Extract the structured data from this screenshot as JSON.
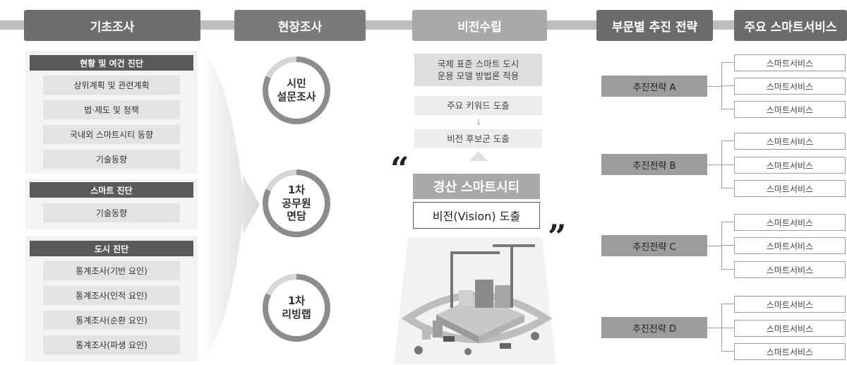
{
  "headers": {
    "basic": "기초조사",
    "field": "현장조사",
    "vision": "비전수립",
    "strategy": "부문별 추진 전략",
    "services": "주요 스마트서비스"
  },
  "basic_survey": {
    "groups": [
      {
        "title": "현황 및 여건 진단",
        "items": [
          "상위계획 및 관련계획",
          "법·제도 및 정책",
          "국내외 스마트시티 동향",
          "기술동향"
        ]
      },
      {
        "title": "스마트 진단",
        "items": [
          "기술동향"
        ]
      },
      {
        "title": "도시 진단",
        "items": [
          "통계조사(기반 요인)",
          "통계조사(인적 요인)",
          "통계조사(순환 요인)",
          "통계조사(파생 요인)"
        ]
      }
    ]
  },
  "field_survey": {
    "circles": [
      {
        "line1": "시민",
        "line2": "설문조사"
      },
      {
        "line1": "1차",
        "line2": "공무원",
        "line3": "면담"
      },
      {
        "line1": "1차",
        "line2": "리빙랩"
      }
    ]
  },
  "vision": {
    "method_line1": "국제 표준 스마트 도시",
    "method_line2": "운용 모델 방법론 적용",
    "keywords": "주요 키워드 도출",
    "candidates": "비전 후보군 도출",
    "open_quote": "“",
    "close_quote": "”",
    "title": "경산 스마트시티",
    "subtitle": "비전(Vision) 도출"
  },
  "strategies": [
    {
      "label": "추진전략 A",
      "services": [
        "스마트서비스",
        "스마트서비스",
        "스마트서비스"
      ]
    },
    {
      "label": "추진전략 B",
      "services": [
        "스마트서비스",
        "스마트서비스",
        "스마트서비스"
      ]
    },
    {
      "label": "추진전략 C",
      "services": [
        "스마트서비스",
        "스마트서비스",
        "스마트서비스"
      ]
    },
    {
      "label": "추진전략 D",
      "services": [
        "스마트서비스",
        "스마트서비스",
        "스마트서비스"
      ]
    }
  ],
  "colors": {
    "header_dark": "#6b6b6b",
    "header_mid": "#7a7a7a",
    "header_light": "#a9a9a9",
    "connector_bar": "#bdbdbd",
    "group_title": "#5a5a5a",
    "item_bg": "#e3e3e3",
    "strategy_bg": "#9c9c9c"
  }
}
